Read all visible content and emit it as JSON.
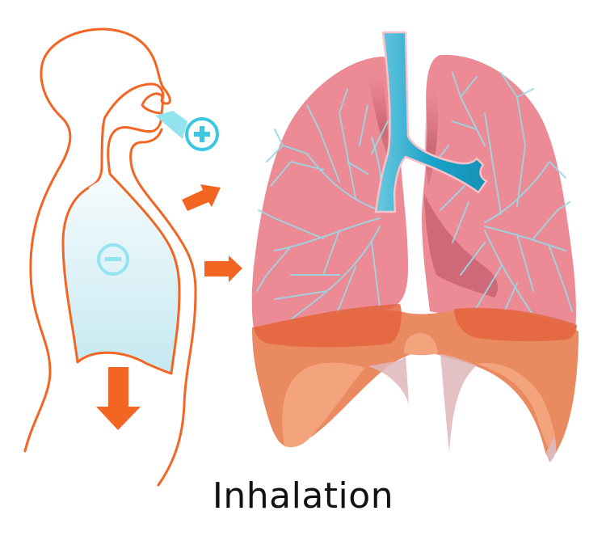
{
  "diagram": {
    "title": "Inhalation",
    "components": {
      "body_outline": {
        "label": "human torso silhouette (side view)",
        "color": "#f26522"
      },
      "air_in_indicator": {
        "symbol": "+",
        "label": "positive pressure / air in",
        "color": "#3cc6e2"
      },
      "chest_cavity": {
        "symbol": "−",
        "label": "negative pressure in chest cavity",
        "fill_top": "#f4fbfd",
        "fill_bottom": "#c9eaf2"
      },
      "diaphragm_arrow": {
        "direction": "down",
        "label": "diaphragm moves down",
        "color": "#f26522"
      },
      "expansion_arrows": [
        {
          "direction": "up-right",
          "color": "#f26522"
        },
        {
          "direction": "right",
          "color": "#f26522"
        }
      ],
      "lungs": {
        "label": "lungs with bronchial tree",
        "lung_color": "#ec8a95",
        "bronchi_color": "#9ad8e6",
        "trachea_color": "#1fa6c9"
      },
      "diaphragm": {
        "label": "diaphragm",
        "color_dark": "#e8764a",
        "color_light": "#f4a27c"
      }
    }
  }
}
